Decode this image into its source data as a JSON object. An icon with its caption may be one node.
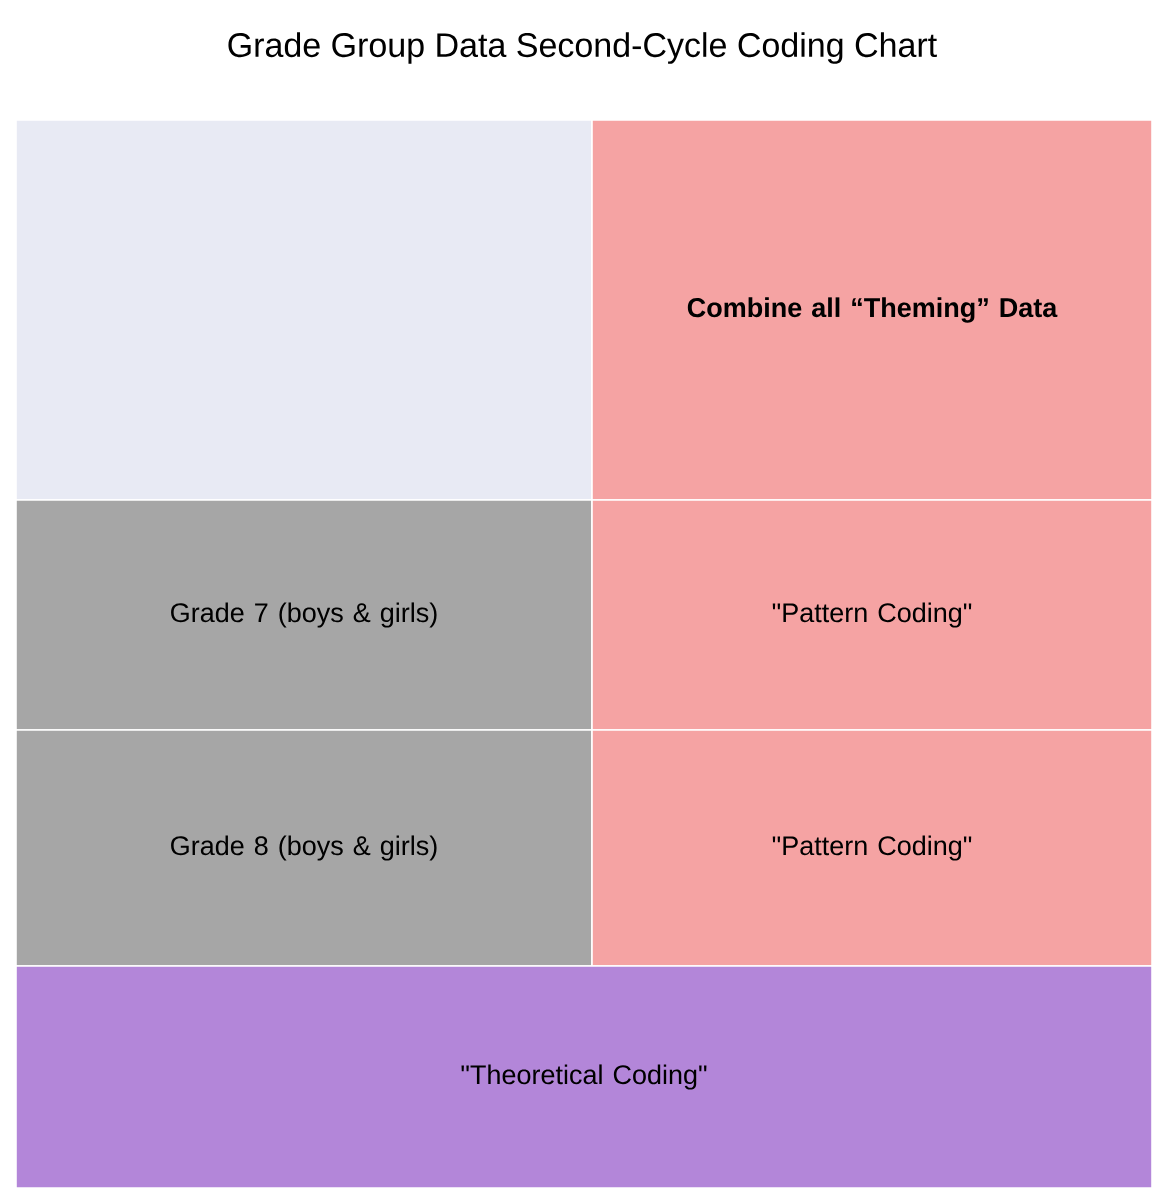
{
  "diagram": {
    "title": "Grade Group Data Second-Cycle Coding Chart",
    "nodes": [
      {
        "text": [],
        "shape": "box"
      },
      {
        "text": [
          "Combine all “Theming” Data"
        ]
      },
      {
        "text": [
          "Grade 7 (boys & girls)"
        ]
      },
      {
        "text": [
          "\"Pattern Coding\""
        ]
      },
      {
        "text": [
          "Grade 8 (boys & girls)"
        ]
      },
      {
        "text": [
          "\"Pattern Coding\""
        ]
      },
      {
        "text": [
          "\"Theoretical Coding\""
        ]
      }
    ]
  }
}
